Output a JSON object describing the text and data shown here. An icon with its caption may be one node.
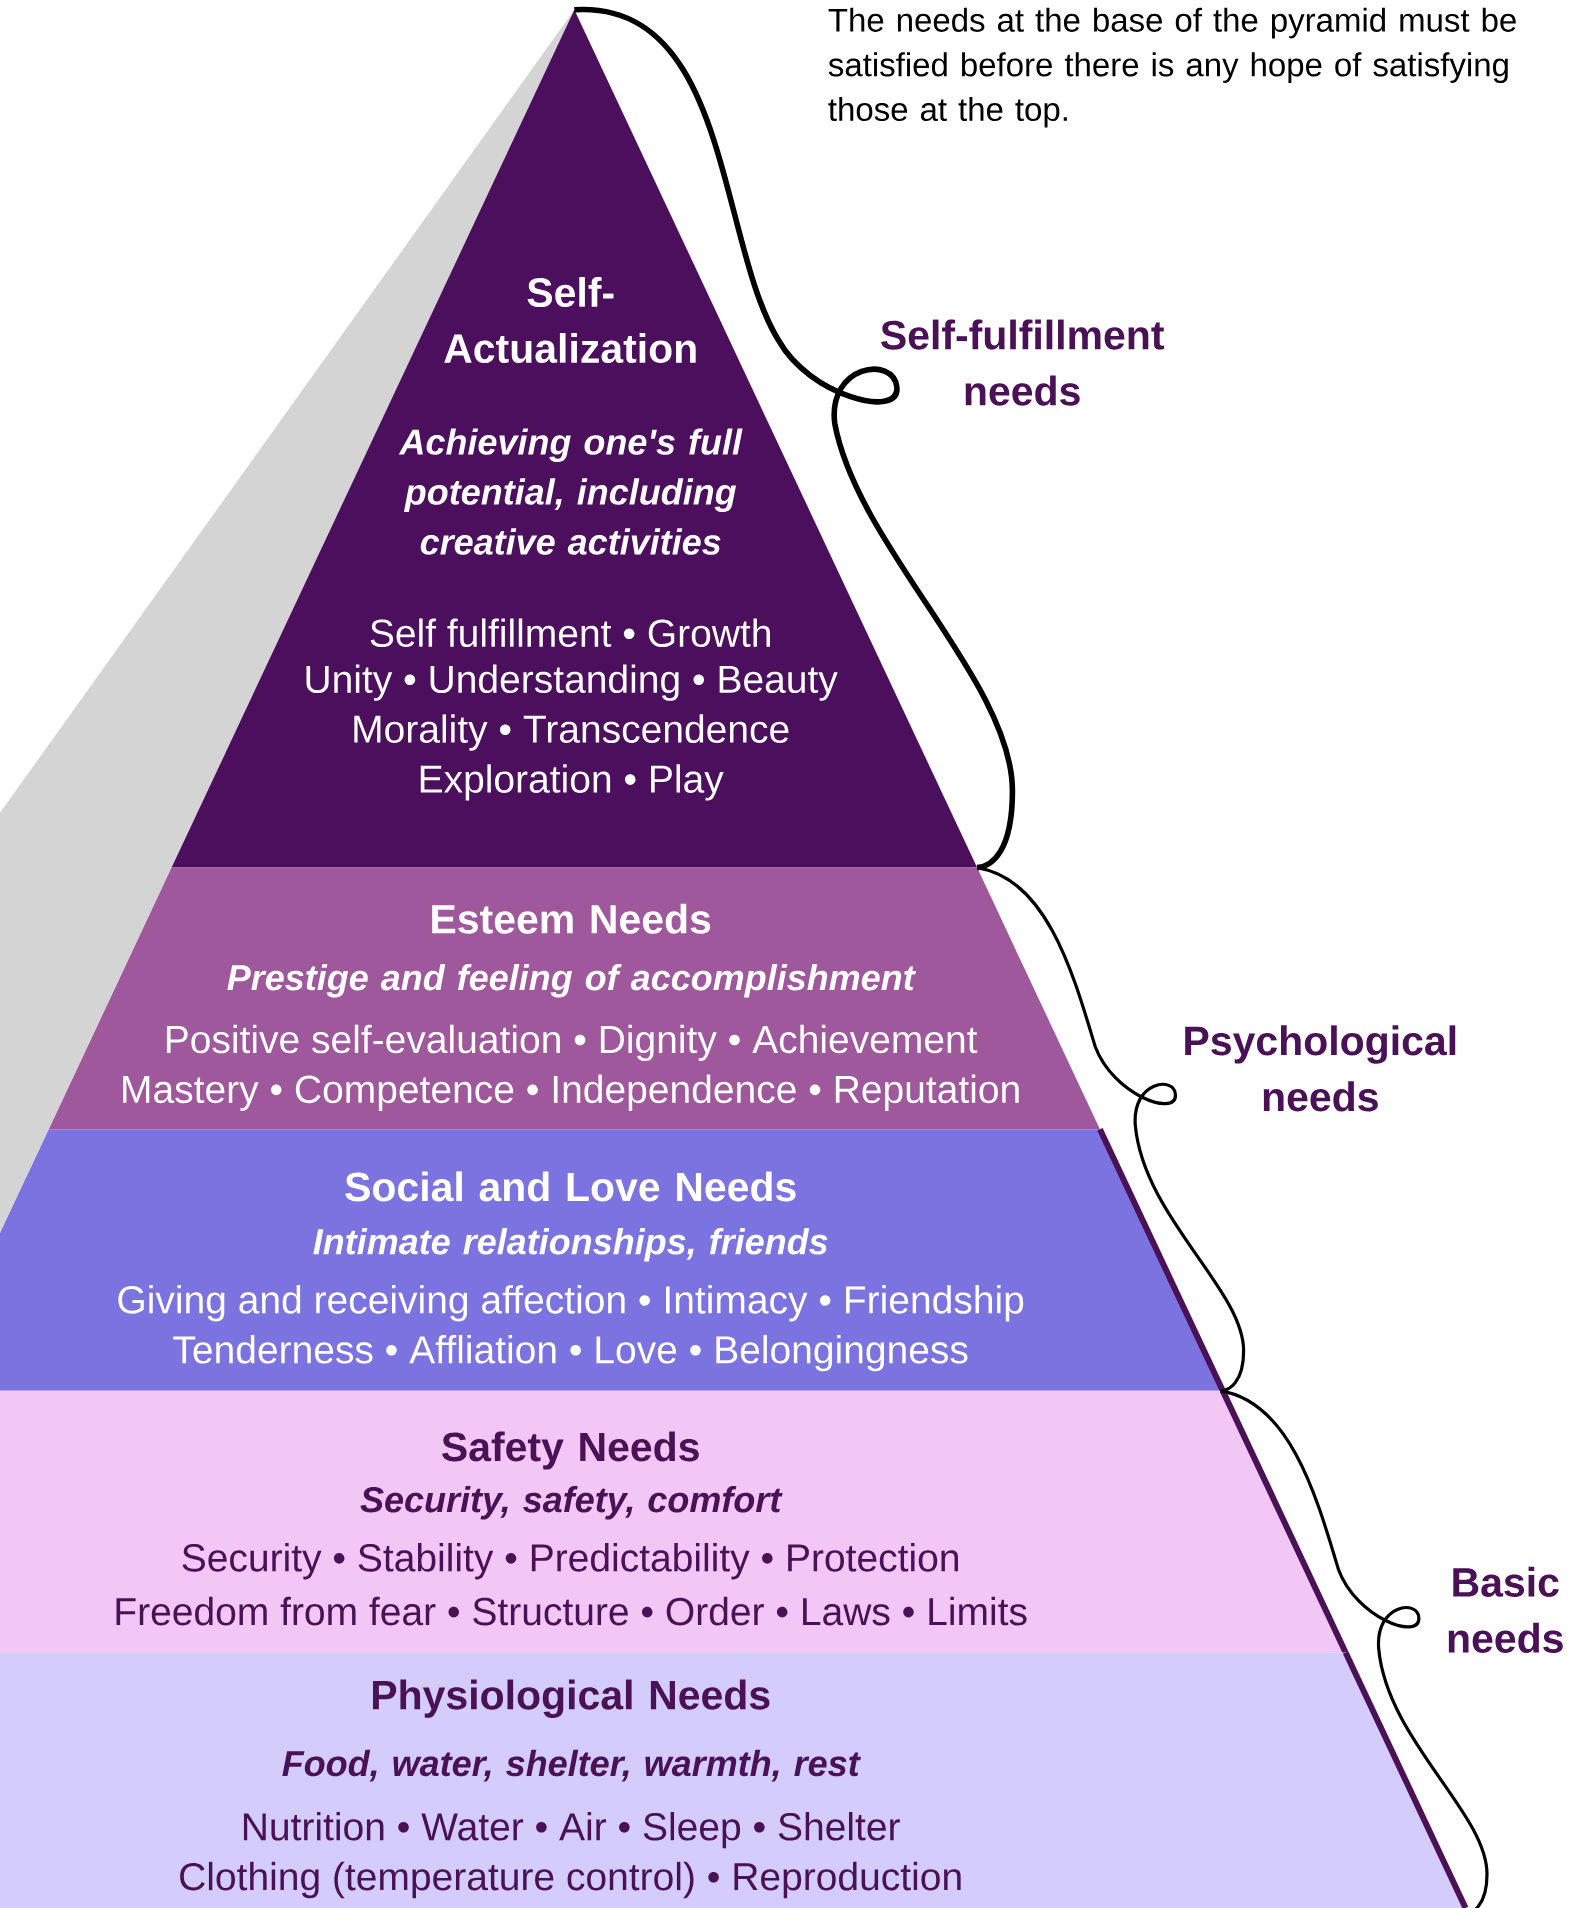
{
  "diagram": {
    "nodes": [
      {
        "text": [
          "Self-Actualization",
          "Achieving one's full potential, including creative activities",
          "Self fulfillment • Growth",
          "Unity • Understanding • Beauty",
          "Morality • Transcendence",
          "Exploration • Play"
        ]
      },
      {
        "text": [
          "Esteem Needs",
          "Prestige and feeling of accomplishment",
          "Positive self-evaluation • Dignity • Achievement",
          "Mastery • Competence • Independence • Reputation"
        ]
      },
      {
        "text": [
          "Social and Love Needs",
          "Intimate relationships, friends",
          "Giving and receiving affection • Intimacy • Friendship",
          "Tenderness • Affliation • Love • Belongingness"
        ]
      },
      {
        "text": [
          "Safety Needs",
          "Security, safety, comfort",
          "Security • Stability • Predictability • Protection",
          "Freedom from fear • Structure • Order • Laws • Limits"
        ]
      },
      {
        "text": [
          "Physiological Needs",
          "Food, water, shelter, warmth, rest",
          "Nutrition • Water • Air • Sleep • Shelter",
          "Clothing (temperature control) • Reproduction"
        ]
      }
    ],
    "labels": [
      "The needs at the base of the pyramid must be satisfied before there is any hope of satisfying those at the top.",
      "Self-fulfillment needs",
      "Psychological needs",
      "Basic needs"
    ]
  }
}
